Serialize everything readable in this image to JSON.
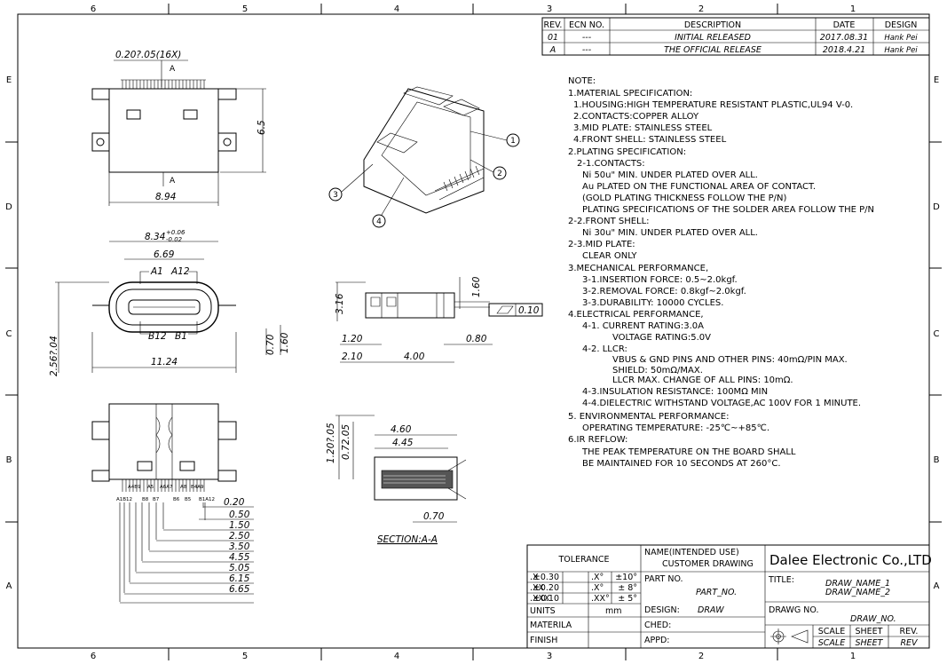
{
  "border": {
    "top_zones": [
      "6",
      "5",
      "4",
      "3",
      "2",
      "1"
    ],
    "bottom_zones": [
      "6",
      "5",
      "4",
      "3",
      "2",
      "1"
    ],
    "left_zones": [
      "E",
      "D",
      "C",
      "B",
      "A"
    ],
    "right_zones": [
      "E",
      "D",
      "C",
      "B",
      "A"
    ]
  },
  "revision_table": {
    "headers": [
      "REV.",
      "ECN NO.",
      "DESCRIPTION",
      "DATE",
      "DESIGN"
    ],
    "rows": [
      [
        "01",
        "---",
        "INITIAL RELEASED",
        "2017.08.31",
        "Hank Pei"
      ],
      [
        "A",
        "---",
        "THE OFFICIAL RELEASE",
        "2018.4.21",
        "Hank Pei"
      ]
    ]
  },
  "notes": [
    "NOTE:",
    "1.MATERIAL SPECIFICATION:",
    "1.HOUSING:HIGH TEMPERATURE RESISTANT PLASTIC,UL94 V-0.",
    "2.CONTACTS:COPPER ALLOY",
    "3.MID PLATE: STAINLESS STEEL",
    "4.FRONT SHELL: STAINLESS STEEL",
    "2.PLATING SPECIFICATION:",
    "2-1.CONTACTS:",
    "Ni 50u\" MIN. UNDER PLATED OVER ALL.",
    "Au PLATED ON THE FUNCTIONAL AREA OF CONTACT.",
    "(GOLD PLATING THICKNESS FOLLOW THE P/N)",
    "PLATING SPECIFICATIONS OF THE SOLDER AREA FOLLOW THE P/N",
    "2-2.FRONT SHELL:",
    "Ni 30u\" MIN. UNDER PLATED OVER ALL.",
    "2-3.MID PLATE:",
    "CLEAR ONLY",
    "3.MECHANICAL PERFORMANCE,",
    "3-1.INSERTION FORCE: 0.5~2.0kgf.",
    "3-2.REMOVAL FORCE: 0.8kgf~2.0kgf.",
    "3-3.DURABILITY: 10000 CYCLES.",
    "4.ELECTRICAL PERFORMANCE,",
    "4-1. CURRENT RATING:3.0A",
    "VOLTAGE RATING:5.0V",
    "4-2. LLCR:",
    "VBUS & GND PINS AND OTHER PINS: 40mΩ/PIN MAX.",
    "SHIELD: 50mΩ/MAX.",
    "LLCR MAX. CHANGE OF ALL PINS: 10mΩ.",
    "4-3.INSULATION RESISTANCE: 100MΩ MIN",
    "4-4.DIELECTRIC WITHSTAND VOLTAGE,AC 100V FOR 1 MINUTE.",
    "5. ENVIRONMENTAL PERFORMANCE:",
    "OPERATING TEMPERATURE: -25℃~+85℃.",
    "6.IR REFLOW:",
    "THE PEAK TEMPERATURE ON THE BOARD SHALL",
    "BE MAINTAINED FOR 10 SECONDS AT 260°C."
  ],
  "dims": {
    "top_pitch": "0.20?.05(16X)",
    "section_mark": "A",
    "height_65": "6.5",
    "width_894": "8.94",
    "width_834": "8.34",
    "tol_plus": "+0.06",
    "tol_minus": "-0.02",
    "width_669": "6.69",
    "a1": "A1",
    "a12": "A12",
    "b12": "B12",
    "b1": "B1",
    "width_1124": "11.24",
    "height_256": "2.56?.04",
    "h070": "0.70",
    "h160": "1.60",
    "side_316": "3.16",
    "side_160": "1.60",
    "side_120": "1.20",
    "side_080": "0.80",
    "side_210": "2.10",
    "side_400": "4.00",
    "flatness": "0.10",
    "sec_120": "1.20?.05",
    "sec_072": "0.72.05",
    "sec_460": "4.60",
    "sec_445": "4.45",
    "sec_070": "0.70",
    "section_label": "SECTION:A-A",
    "pin_top": [
      "A4B9",
      "A5",
      "A6A7",
      "A8",
      "B4A9"
    ],
    "pin_bot": [
      "A1B12",
      "B8",
      "B7",
      "B6",
      "B5",
      "B1A12"
    ],
    "ladder": [
      "0.20",
      "0.50",
      "1.50",
      "2.50",
      "3.50",
      "4.55",
      "5.05",
      "6.15",
      "6.65"
    ]
  },
  "callouts": [
    "1",
    "2",
    "3",
    "4"
  ],
  "title_block": {
    "tolerance": "TOLERANCE",
    "tol_rows": [
      [
        ".X",
        "±0.30",
        ".X°",
        "±10°"
      ],
      [
        ".XX",
        "±0.20",
        ".X°",
        "± 8°"
      ],
      [
        ".XXX",
        "±0.10",
        ".XX°",
        "± 5°"
      ]
    ],
    "units_label": "UNITS",
    "units_value": "mm",
    "materila": "MATERILA",
    "finish": "FINISH",
    "name_label": "NAME(INTENDED USE)",
    "name_value": "CUSTOMER DRAWING",
    "company": "Dalee Electronic Co.,LTD",
    "part_no_label": "PART NO.",
    "part_no_value": "PART_NO.",
    "title_label": "TITLE:",
    "title_value_1": "DRAW_NAME_1",
    "title_value_2": "DRAW_NAME_2",
    "design_label": "DESIGN:",
    "design_value": "DRAW",
    "drawg_no_label": "DRAWG NO.",
    "drawg_no_value": "DRAW_NO.",
    "ched_label": "CHED:",
    "appd_label": "APPD:",
    "scale_label": "SCALE",
    "sheet_label": "SHEET",
    "rev_label": "REV.",
    "scale_value": "SCALE",
    "sheet_value": "SHEET",
    "rev_value": "REV"
  }
}
